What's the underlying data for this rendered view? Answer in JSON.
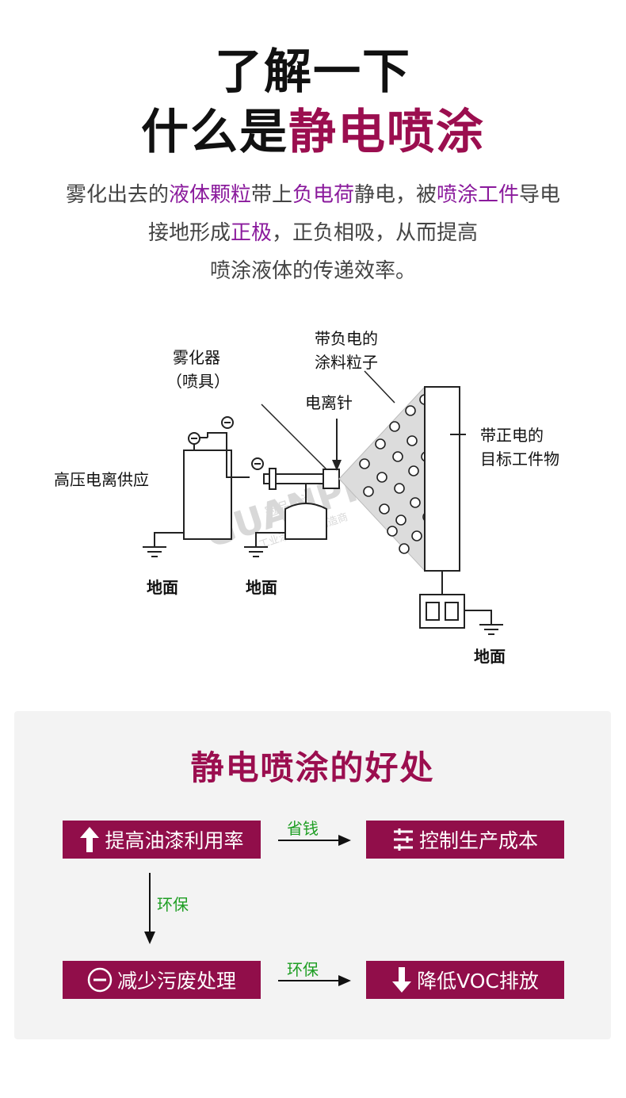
{
  "heading": {
    "line1": "了解一下",
    "line2_dark": "什么是",
    "line2_accent": "静电喷涂"
  },
  "intro": {
    "l1_a": "雾化出去的",
    "l1_hl1": "液体颗粒",
    "l1_b": "带上",
    "l1_hl2": "负电荷",
    "l1_c": "静电，被",
    "l1_hl3": "喷涂工件",
    "l1_d": "导电",
    "l2_a": "接地形成",
    "l2_hl": "正极",
    "l2_b": "，正负相吸，从而提高",
    "l3": "喷涂液体的传递效率。"
  },
  "diagram": {
    "atomizer_l1": "雾化器",
    "atomizer_l2": "（喷具）",
    "charged_particles_l1": "带负电的",
    "charged_particles_l2": "涂料粒子",
    "ion_needle": "电离针",
    "hv_supply": "高压电离供应",
    "workpiece_l1": "带正电的",
    "workpiece_l2": "目标工件物",
    "ground1": "地面",
    "ground2": "地面",
    "ground3": "地面",
    "watermark_en": "GUANPIN",
    "watermark_cn1": "冠品喷涂",
    "watermark_cn2": "工业涂装设备制造商"
  },
  "benefits": {
    "title": "静电喷涂的好处",
    "box_top_left": "提高油漆利用率",
    "box_top_right": "控制生产成本",
    "box_bottom_left": "减少污废处理",
    "box_bottom_right": "降低VOC排放",
    "arrow_top": "省钱",
    "arrow_down": "环保",
    "arrow_bottom": "环保"
  },
  "colors": {
    "accent": "#9b0e4f",
    "box": "#910e4a",
    "highlight": "#8a1a9c",
    "arrow_label": "#1e9e23"
  },
  "icons": {
    "top_left": "up-arrow-icon",
    "top_right": "sliders-icon",
    "bottom_left": "minus-circle-icon",
    "bottom_right": "down-arrow-icon"
  }
}
